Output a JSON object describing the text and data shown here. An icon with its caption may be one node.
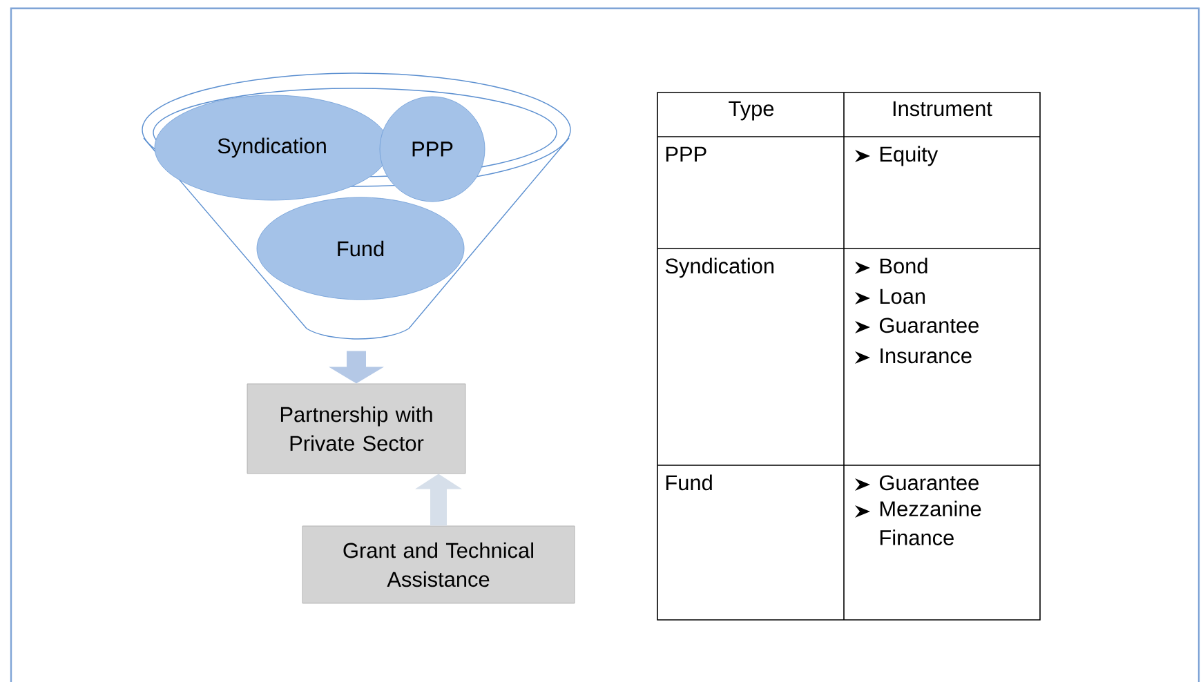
{
  "diagram": {
    "nodes": [
      {
        "text": [],
        "shape": "funnel"
      },
      {
        "text": [
          "Syndication"
        ],
        "in": 0
      },
      {
        "text": [
          "PPP"
        ],
        "in": 0
      },
      {
        "text": [
          "Fund"
        ],
        "in": 0
      },
      {
        "text": [
          "Partnership with Private Sector"
        ]
      },
      {
        "text": [
          "Grant and Technical Assistance"
        ]
      }
    ],
    "edges": [
      {
        "from": 0,
        "to": 4,
        "arrow": "to"
      },
      {
        "from": 5,
        "to": 4,
        "arrow": "to"
      }
    ],
    "labels": [
      "Type",
      "Instrument",
      "PPP",
      "Equity",
      "Syndication",
      "Bond",
      "Loan",
      "Guarantee",
      "Insurance",
      "Fund",
      "Guarantee",
      "Mezzanine Finance"
    ]
  }
}
